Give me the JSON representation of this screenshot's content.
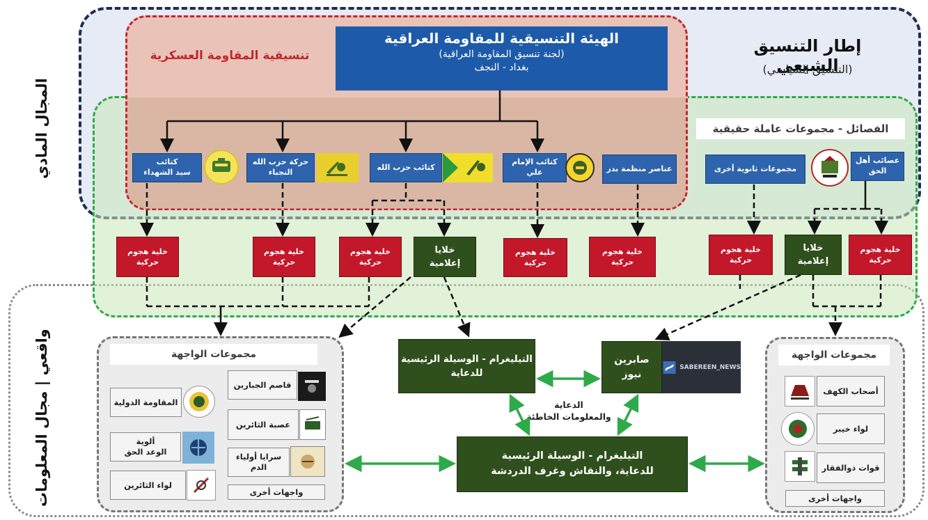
{
  "labels": {
    "shia_framework_title": "إطار التنسيق الشيعي",
    "shia_framework_sub": "(التنسيق السياسي)",
    "military_coordination": "تنسيقية المقاومة العسكرية",
    "physical_domain": "المجال المادي",
    "information_domain": "واقعي | مجال المعلومات",
    "factions_title": "الفصائل - مجموعات عاملة حقيقية"
  },
  "coordination_body": {
    "title": "الهيئة التنسيقية للمقاومة العراقية",
    "subtitle": "(لجنة تنسيق المقاومة العراقية)",
    "location": "بغداد - النجف"
  },
  "factions": {
    "sayyid_shuhada": "كتائب\nسيد الشهداء",
    "nujaba": "حركة حزب الله\nالنجباء",
    "kataib_hezbollah": "كتائب حزب الله",
    "imam_ali": "كتائب الإمام علي",
    "badr": "عناصر منظمة بدر",
    "secondary": "مجموعات ثانوية أخرى",
    "asaib": "عصائب أهل الحق"
  },
  "cells": {
    "attack_cell": "خلية هجوم\nحركية",
    "media_cells": "خلايا\nإعلامية"
  },
  "front_groups_left": {
    "title": "مجموعات الواجهة",
    "items": [
      "قاصم الجبارين",
      "عصبة الثائرين",
      "سرايا أولياء الدم",
      "واجهات أخرى",
      "المقاومة الدولية",
      "ألوية\nالوعد الحق",
      "لواء الثائرين"
    ]
  },
  "front_groups_right": {
    "title": "مجموعات الواجهة",
    "items": [
      "أصحاب الكهف",
      "لواء خيبر",
      "قوات ذوالفقار",
      "واجهات أخرى"
    ]
  },
  "telegram": {
    "propaganda": "التيليغرام - الوسيلة الرئيسية\nللدعاية",
    "chat": "التيليغرام - الوسيلة الرئيسية\nللدعاية، والنقاش وغرف الدردشة",
    "sabreen": "صابرين\nنيوز",
    "sabreen_logo_text": "SABEREEN_NEWS",
    "disinfo": "الدعاية\nوالمعلومات الخاطئة"
  },
  "colors": {
    "navy": "#1f2d4e",
    "blue": "#2e64ad",
    "red": "#c3172a",
    "dark_green": "#2f4f1c",
    "bright_green": "#2eaa4a"
  },
  "icons": [
    "sayyid-shuhada-logo-icon",
    "nujaba-logo-icon",
    "kataib-hezbollah-logo-icon",
    "imam-ali-logo-icon",
    "asaib-logo-icon",
    "sabreen-logo-icon"
  ]
}
